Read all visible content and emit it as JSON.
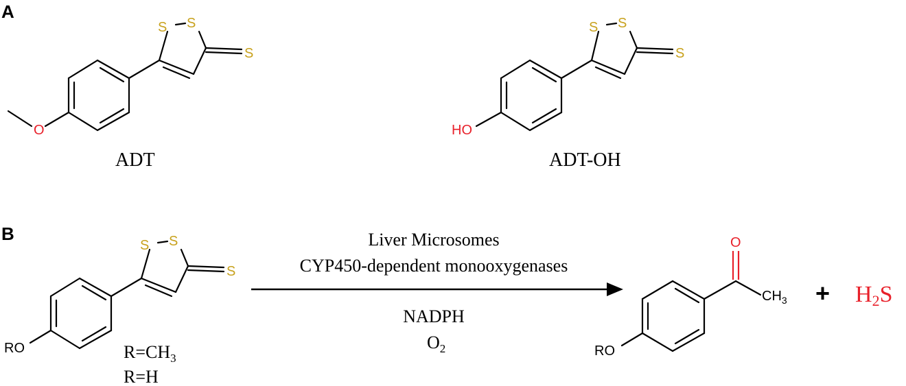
{
  "panels": {
    "a": "A",
    "b": "B"
  },
  "atoms": {
    "sulfur": "S",
    "oxygen": "O",
    "hydroxyl": "HO",
    "alkoxy": "RO",
    "methyl": "CH",
    "methyl_sub": "3"
  },
  "names": {
    "adt": "ADT",
    "adt_oh": "ADT-OH"
  },
  "reaction": {
    "condition_top_1": "Liver Microsomes",
    "condition_top_2": "CYP450-dependent monooxygenases",
    "condition_bottom_1": "NADPH",
    "condition_bottom_2_main": "O",
    "condition_bottom_2_sub": "2",
    "r_option_1_main": "R=CH",
    "r_option_1_sub": "3",
    "r_option_2": "R=H",
    "plus": "+",
    "product_gas_h": "H",
    "product_gas_sub": "2",
    "product_gas_s": "S"
  },
  "colors": {
    "sulfur": "#C8A21E",
    "oxygen": "#E8202A",
    "bond": "#000000"
  }
}
